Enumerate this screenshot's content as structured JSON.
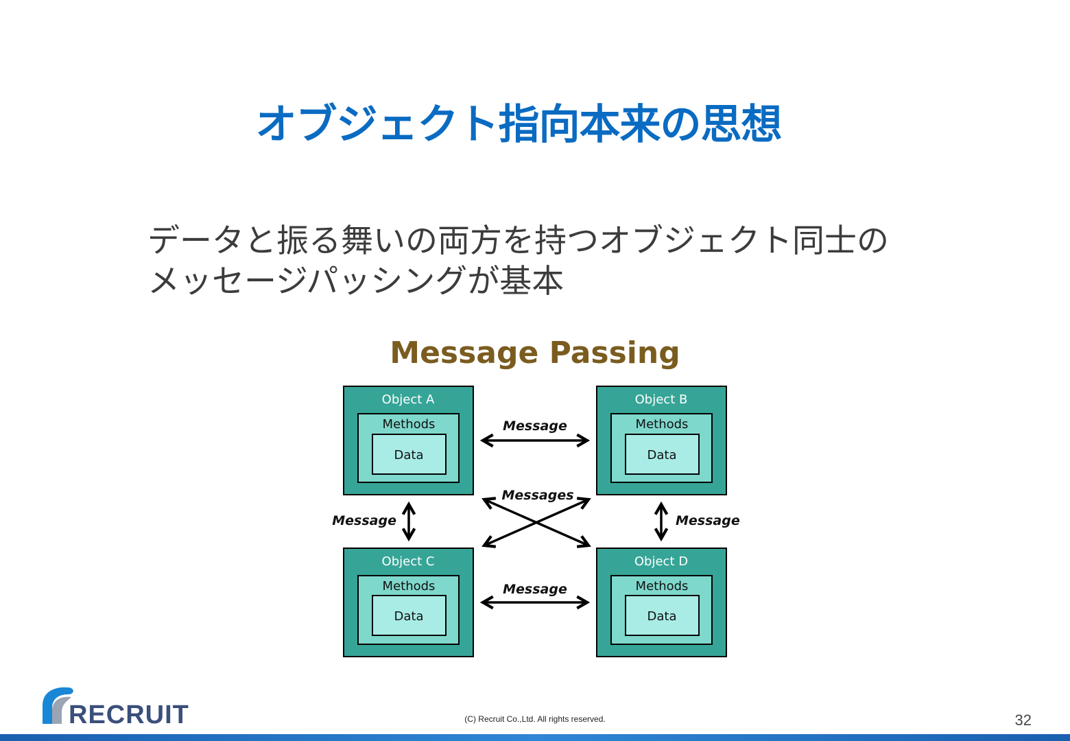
{
  "slide": {
    "title": "オブジェクト指向本来の思想",
    "body_lines": [
      "データと振る舞いの両方を持つオブジェクト同士の",
      "メッセージパッシングが基本"
    ],
    "page_number": "32",
    "copyright": "(C) Recruit Co.,Ltd. All rights reserved."
  },
  "logo": {
    "text": "RECRUIT"
  },
  "diagram": {
    "title": "Message Passing",
    "objects": {
      "a": {
        "name": "Object A",
        "methods": "Methods",
        "data": "Data"
      },
      "b": {
        "name": "Object B",
        "methods": "Methods",
        "data": "Data"
      },
      "c": {
        "name": "Object C",
        "methods": "Methods",
        "data": "Data"
      },
      "d": {
        "name": "Object D",
        "methods": "Methods",
        "data": "Data"
      }
    },
    "labels": {
      "ab": "Message",
      "cd": "Message",
      "ac": "Message",
      "bd": "Message",
      "cross": "Messages"
    },
    "colors": {
      "outer": "#36a597",
      "middle": "#7fd8cc",
      "inner": "#a9ece6",
      "title": "#7a5c1f",
      "heading": "#0a6bc2"
    }
  }
}
